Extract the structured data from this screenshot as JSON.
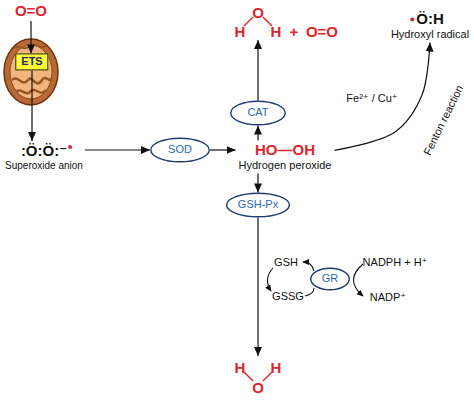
{
  "diagram": {
    "nodes": [
      {
        "text": [
          "O=O"
        ]
      },
      {
        "text": [
          "ETS"
        ]
      },
      {
        "text": [
          ":Ö:Ö:⁻",
          "Superoxide anion"
        ]
      },
      {
        "text": [
          "SOD"
        ]
      },
      {
        "text": [
          "HO—OH",
          "Hydrogen peroxide"
        ]
      },
      {
        "text": [
          "CAT"
        ]
      },
      {
        "text": [
          "O",
          "H",
          "H",
          "+",
          "O=O"
        ]
      },
      {
        "text": [
          "Ö:H",
          "Hydroxyl radical"
        ]
      },
      {
        "text": [
          "GSH-Px"
        ]
      },
      {
        "text": [
          "GR"
        ]
      },
      {
        "text": [
          "H",
          "H",
          "O"
        ]
      }
    ],
    "edges": [
      {
        "from": 0,
        "to": 1,
        "arrow": "to"
      },
      {
        "from": 1,
        "to": 2,
        "arrow": "to"
      },
      {
        "from": 2,
        "to": 3,
        "arrow": "to"
      },
      {
        "from": 3,
        "to": 4,
        "arrow": "to"
      },
      {
        "from": 4,
        "to": 5,
        "arrow": "to"
      },
      {
        "from": 5,
        "to": 6,
        "arrow": "to"
      },
      {
        "from": 4,
        "to": 7,
        "label": "Fenton reaction",
        "arrow": "to"
      },
      {
        "from": 4,
        "to": 8,
        "arrow": "to"
      },
      {
        "from": 8,
        "to": 10,
        "arrow": "to"
      }
    ],
    "labels": [
      "Fe²⁺ / Cu⁺",
      "GSH",
      "GSSG",
      "NADPH + H⁺",
      "NADP⁺"
    ]
  }
}
